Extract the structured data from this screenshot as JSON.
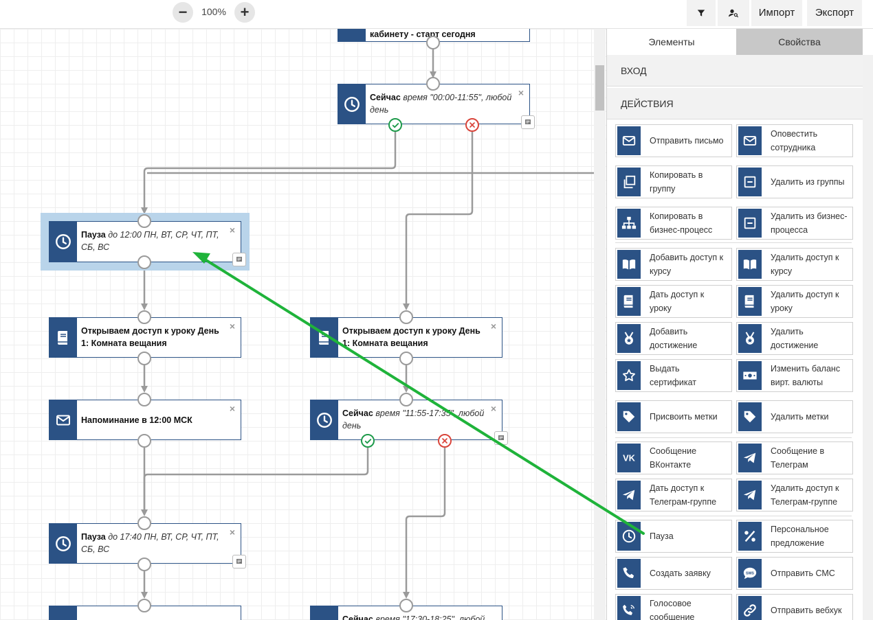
{
  "toolbar": {
    "zoom": "100%",
    "zoom_out": "−",
    "zoom_in": "+",
    "import_label": "Импорт",
    "export_label": "Экспорт"
  },
  "canvas": {
    "nodes": [
      {
        "id": "top-partial",
        "title": "",
        "detail": "кабинету - старт сегодня"
      },
      {
        "id": "now-1",
        "title": "Сейчас",
        "detail": "время \"00:00-11:55\", любой день"
      },
      {
        "id": "pause-1",
        "title": "Пауза",
        "detail": "до 12:00 ПН, ВТ, СР, ЧТ, ПТ, СБ, ВС"
      },
      {
        "id": "lesson-1",
        "title": "Открываем доступ к уроку День 1: Комната вещания",
        "detail": ""
      },
      {
        "id": "lesson-2",
        "title": "Открываем доступ к уроку День 1: Комната вещания",
        "detail": ""
      },
      {
        "id": "reminder",
        "title": "Напоминание в 12:00 МСК",
        "detail": ""
      },
      {
        "id": "now-2",
        "title": "Сейчас",
        "detail": "время \"11:55-17:35\", любой день"
      },
      {
        "id": "pause-2",
        "title": "Пауза",
        "detail": "до 17:40 ПН, ВТ, СР, ЧТ, ПТ, СБ, ВС"
      },
      {
        "id": "now-3",
        "title": "Сейчас",
        "detail": "время \"17:30-18:25\", любой"
      }
    ]
  },
  "panel": {
    "tabs": [
      "Элементы",
      "Свойства"
    ],
    "sections": {
      "input": "ВХОД",
      "actions": "ДЕЙСТВИЯ"
    },
    "items": [
      {
        "label": "Отправить письмо",
        "icon": "envelope-icon"
      },
      {
        "label": "Оповестить сотрудника",
        "icon": "envelope-icon"
      },
      {
        "label": "Копировать в группу",
        "icon": "copy-icon"
      },
      {
        "label": "Удалить из группы",
        "icon": "minus-box-icon"
      },
      {
        "label": "Копировать в бизнес-процесс",
        "icon": "sitemap-icon"
      },
      {
        "label": "Удалить из бизнес-процесса",
        "icon": "minus-box-icon"
      },
      {
        "label": "Добавить доступ к курсу",
        "icon": "book-open-icon"
      },
      {
        "label": "Удалить доступ к курсу",
        "icon": "book-open-icon"
      },
      {
        "label": "Дать доступ к уроку",
        "icon": "book-icon"
      },
      {
        "label": "Удалить доступ к уроку",
        "icon": "book-icon"
      },
      {
        "label": "Добавить достижение",
        "icon": "medal-icon"
      },
      {
        "label": "Удалить достижение",
        "icon": "medal-icon"
      },
      {
        "label": "Выдать сертификат",
        "icon": "star-icon"
      },
      {
        "label": "Изменить баланс вирт. валюты",
        "icon": "money-icon"
      },
      {
        "label": "Присвоить метки",
        "icon": "tag-icon"
      },
      {
        "label": "Удалить метки",
        "icon": "tag-icon"
      },
      {
        "label": "Сообщение ВКонтакте",
        "icon": "vk-icon"
      },
      {
        "label": "Сообщение в Телеграм",
        "icon": "telegram-icon"
      },
      {
        "label": "Дать доступ к Телеграм-группе",
        "icon": "telegram-icon"
      },
      {
        "label": "Удалить доступ к Телеграм-группе",
        "icon": "telegram-icon"
      },
      {
        "label": "Пауза",
        "icon": "clock-icon"
      },
      {
        "label": "Персональное предложение",
        "icon": "percent-icon"
      },
      {
        "label": "Создать заявку",
        "icon": "phone-icon"
      },
      {
        "label": "Отправить СМС",
        "icon": "sms-icon"
      },
      {
        "label": "Голосовое сообщение",
        "icon": "voice-icon"
      },
      {
        "label": "Отправить вебхук",
        "icon": "link-icon"
      }
    ]
  },
  "colors": {
    "accent": "#2b5285",
    "ok": "#1d9a4a",
    "fail": "#d9443a",
    "annotation": "#1fb33a",
    "selected": "#b9d4ea"
  }
}
